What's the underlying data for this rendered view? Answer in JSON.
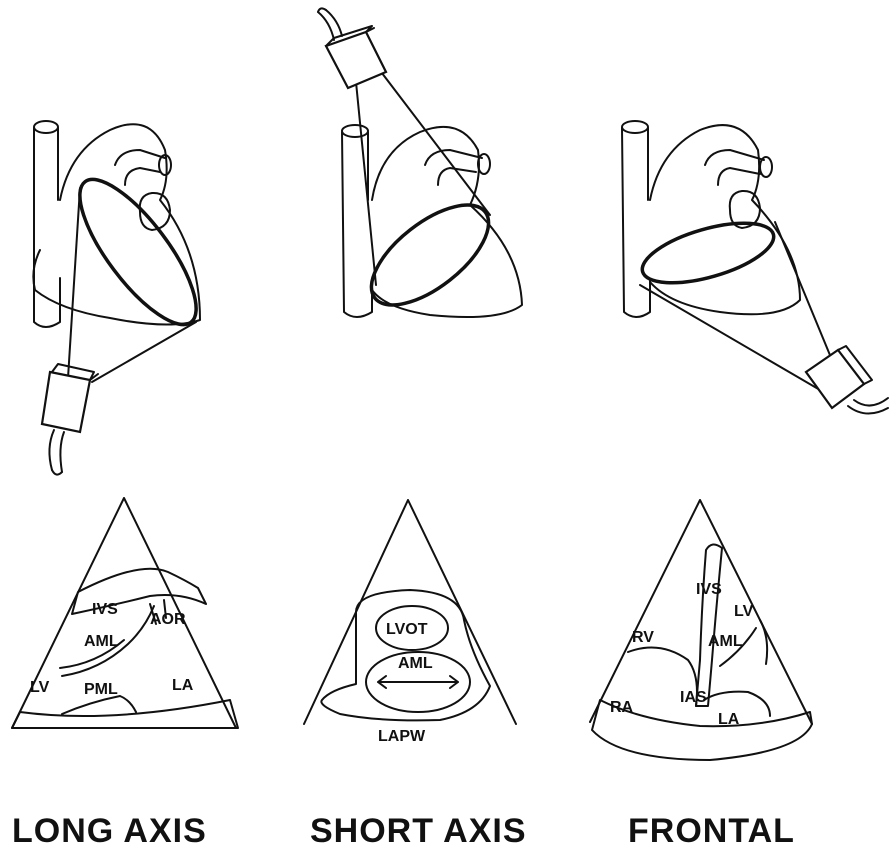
{
  "captions": {
    "long_axis": "LONG AXIS",
    "short_axis": "SHORT AXIS",
    "frontal": "FRONTAL"
  },
  "long_axis_labels": {
    "ivs": "IVS",
    "aor": "AOR",
    "aml": "AML",
    "lv": "LV",
    "pml": "PML",
    "la": "LA"
  },
  "short_axis_labels": {
    "lvot": "LVOT",
    "aml": "AML",
    "lapw": "LAPW"
  },
  "frontal_labels": {
    "ivs": "IVS",
    "rv": "RV",
    "lv": "LV",
    "aml": "AML",
    "ra": "RA",
    "ias": "IAS",
    "la": "LA"
  },
  "colors": {
    "ink": "#111111",
    "background": "#ffffff"
  }
}
